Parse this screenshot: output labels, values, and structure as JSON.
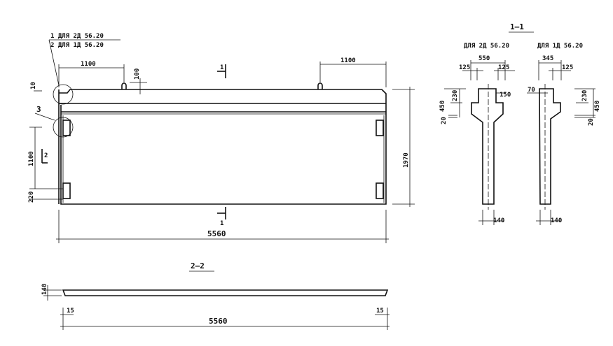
{
  "plan": {
    "callout_1": "1  ДЛЯ 2Д 56.20",
    "callout_2": "2  ДЛЯ 1Д 56.20",
    "dim_left_loop": "1100",
    "dim_loop_height": "100",
    "dim_right_loop": "1100",
    "dim_top_step": "10",
    "detail_3": "3",
    "dim_left_insert": "1100",
    "dim_bottom_insert": "220",
    "dim_height": "1970",
    "dim_length": "5560",
    "section_mark_top": "1",
    "section_mark_bottom": "1",
    "section_mark_side": "2"
  },
  "section_22": {
    "title": "2—2",
    "dim_thickness": "140",
    "dim_left": "15",
    "dim_right": "15",
    "dim_length": "5560"
  },
  "section_11": {
    "title": "1—1",
    "left": {
      "label": "ДЛЯ 2Д 56.20",
      "w": "550",
      "a": "125",
      "b": "125",
      "c": "150",
      "h": "450",
      "h2": "230",
      "h3": "20",
      "web": "140"
    },
    "right": {
      "label": "ДЛЯ 1Д 56.20",
      "w": "345",
      "b": "125",
      "c": "70",
      "h": "450",
      "h2": "230",
      "h3": "20",
      "web": "140"
    }
  }
}
